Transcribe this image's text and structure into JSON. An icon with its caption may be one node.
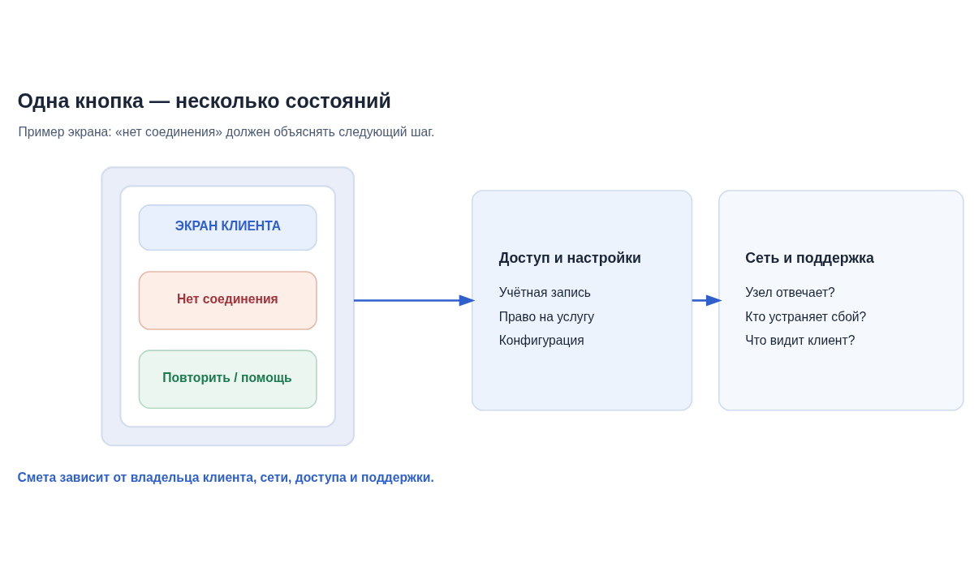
{
  "diagram": {
    "title": "Одна кнопка — несколько состояний",
    "nodes": [
      {
        "text": [],
        "shape": "box"
      },
      {
        "text": [],
        "shape": "box",
        "in": 0
      },
      {
        "text": [
          "ЭКРАН КЛИЕНТА"
        ],
        "in": 1
      },
      {
        "text": [
          "Нет соединения"
        ],
        "in": 1
      },
      {
        "text": [
          "Повторить / помощь"
        ],
        "in": 1
      },
      {
        "text": [
          "Доступ и настройки",
          "Учётная запись",
          "Право на услугу",
          "Конфигурация"
        ]
      },
      {
        "text": [
          "Сеть и поддержка",
          "Узел отвечает?",
          "Кто устраняет сбой?",
          "Что видит клиент?"
        ]
      }
    ],
    "edges": [
      {
        "from": 0,
        "to": 5,
        "arrow": "to"
      },
      {
        "from": 5,
        "to": 6,
        "arrow": "to"
      }
    ],
    "labels": [
      "Пример экрана: «нет соединения» должен объяснять следующий шаг.",
      "Смета зависит от владельца клиента, сети, доступа и поддержки."
    ]
  }
}
